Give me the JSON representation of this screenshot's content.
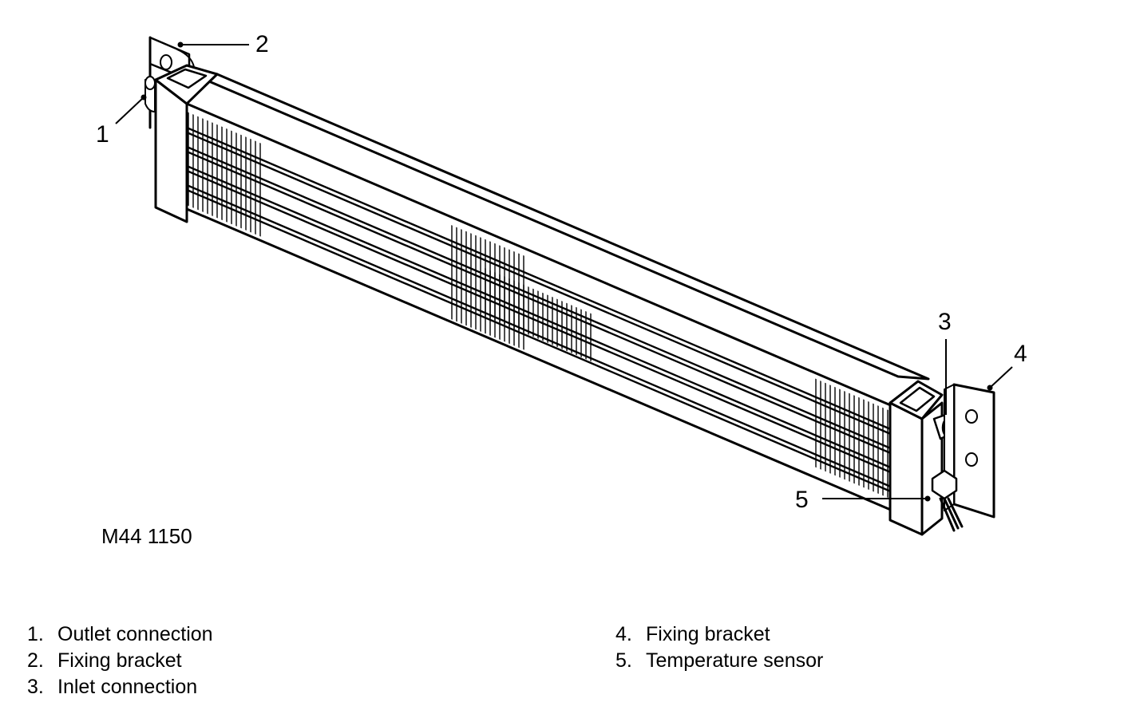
{
  "figure_code": "M44 1150",
  "callouts": [
    "1",
    "2",
    "3",
    "4",
    "5"
  ],
  "legend": {
    "left": [
      {
        "num": "1.",
        "label": "Outlet connection"
      },
      {
        "num": "2.",
        "label": "Fixing bracket"
      },
      {
        "num": "3.",
        "label": "Inlet connection"
      }
    ],
    "right": [
      {
        "num": "4.",
        "label": "Fixing bracket"
      },
      {
        "num": "5.",
        "label": "Temperature sensor"
      }
    ]
  }
}
